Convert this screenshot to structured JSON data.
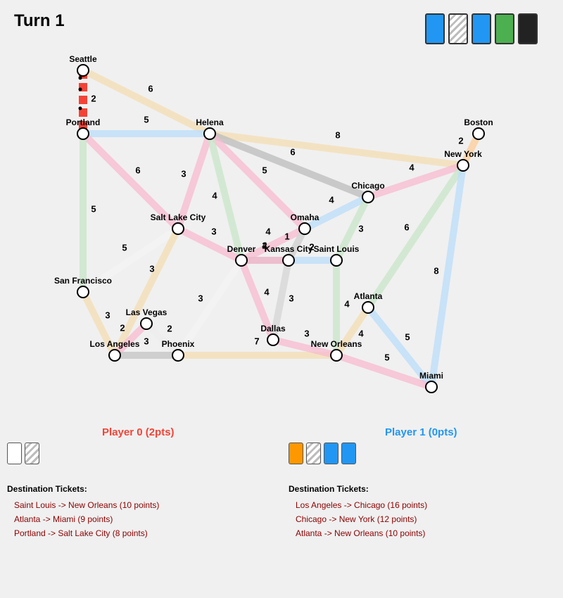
{
  "turn_label": "Turn 1",
  "deck_cards": [
    {
      "color": "#2196f3",
      "hatched": false,
      "name": "deck-card-blue"
    },
    {
      "color": "",
      "hatched": true,
      "name": "deck-card-locomotive"
    },
    {
      "color": "#2196f3",
      "hatched": false,
      "name": "deck-card-blue"
    },
    {
      "color": "#4caf50",
      "hatched": false,
      "name": "deck-card-green"
    },
    {
      "color": "#222222",
      "hatched": false,
      "name": "deck-card-black"
    }
  ],
  "cities": [
    {
      "name": "Seattle"
    },
    {
      "name": "Portland"
    },
    {
      "name": "Helena"
    },
    {
      "name": "Boston"
    },
    {
      "name": "New York"
    },
    {
      "name": "Chicago"
    },
    {
      "name": "Salt Lake City"
    },
    {
      "name": "Omaha"
    },
    {
      "name": "Denver"
    },
    {
      "name": "Kansas City"
    },
    {
      "name": "Saint Louis"
    },
    {
      "name": "San Francisco"
    },
    {
      "name": "Atlanta"
    },
    {
      "name": "Las Vegas"
    },
    {
      "name": "Dallas"
    },
    {
      "name": "Los Angeles"
    },
    {
      "name": "Phoenix"
    },
    {
      "name": "New Orleans"
    },
    {
      "name": "Miami"
    }
  ],
  "routes": [
    {
      "from": "Seattle",
      "to": "Helena",
      "length": "6",
      "color": "#f5deb3",
      "claimed_by": ""
    },
    {
      "from": "Seattle",
      "to": "Portland",
      "length": "2",
      "color": "#f44336",
      "claimed_by": "Player 0"
    },
    {
      "from": "Portland",
      "to": "Helena",
      "length": "5",
      "color": "#bbdefb",
      "claimed_by": ""
    },
    {
      "from": "Portland",
      "to": "Salt Lake City",
      "length": "6",
      "color": "#f8bbd0",
      "claimed_by": ""
    },
    {
      "from": "Portland",
      "to": "San Francisco",
      "length": "5",
      "color": "#c8e6c9",
      "claimed_by": ""
    },
    {
      "from": "Helena",
      "to": "New York",
      "length": "8",
      "color": "#f5deb3",
      "claimed_by": ""
    },
    {
      "from": "Helena",
      "to": "Chicago",
      "length": "6",
      "color": "#bdbdbd",
      "claimed_by": ""
    },
    {
      "from": "Helena",
      "to": "Omaha",
      "length": "5",
      "color": "#f8bbd0",
      "claimed_by": ""
    },
    {
      "from": "Helena",
      "to": "Salt Lake City",
      "length": "3",
      "color": "#f8bbd0",
      "claimed_by": ""
    },
    {
      "from": "Helena",
      "to": "Denver",
      "length": "4",
      "color": "#c8e6c9",
      "claimed_by": ""
    },
    {
      "from": "Boston",
      "to": "New York",
      "length": "2",
      "color": "#ffcc99",
      "claimed_by": ""
    },
    {
      "from": "Chicago",
      "to": "New York",
      "length": "4",
      "color": "#f8bbd0",
      "claimed_by": ""
    },
    {
      "from": "New York",
      "to": "Atlanta",
      "length": "6",
      "color": "#c8e6c9",
      "claimed_by": ""
    },
    {
      "from": "New York",
      "to": "Miami",
      "length": "8",
      "color": "#bbdefb",
      "claimed_by": ""
    },
    {
      "from": "Omaha",
      "to": "Chicago",
      "length": "4",
      "color": "#bbdefb",
      "claimed_by": ""
    },
    {
      "from": "Chicago",
      "to": "Saint Louis",
      "length": "3",
      "color": "#c8e6c9",
      "claimed_by": ""
    },
    {
      "from": "Salt Lake City",
      "to": "Denver",
      "length": "3",
      "color": "#f8bbd0",
      "claimed_by": ""
    },
    {
      "from": "Salt Lake City",
      "to": "San Francisco",
      "length": "5",
      "color": "#f5f5f5",
      "claimed_by": ""
    },
    {
      "from": "Salt Lake City",
      "to": "Los Angeles",
      "length": "3",
      "color": "#f5deb3",
      "claimed_by": ""
    },
    {
      "from": "Omaha",
      "to": "Denver",
      "length": "4",
      "color": "#f8bbd0",
      "claimed_by": ""
    },
    {
      "from": "Omaha",
      "to": "Kansas City",
      "length": "1",
      "color": "#d6d6d6",
      "claimed_by": ""
    },
    {
      "from": "Denver",
      "to": "Kansas City",
      "length": "4",
      "color": "#bdbdbd",
      "claimed_by": ""
    },
    {
      "from": "Denver",
      "to": "Phoenix",
      "length": "3",
      "color": "#f5f5f5",
      "claimed_by": ""
    },
    {
      "from": "Denver",
      "to": "Dallas",
      "length": "4",
      "color": "#f8bbd0",
      "claimed_by": ""
    },
    {
      "from": "Kansas City",
      "to": "Saint Louis",
      "length": "2",
      "color": "#bbdefb",
      "claimed_by": ""
    },
    {
      "from": "Kansas City",
      "to": "Dallas",
      "length": "3",
      "color": "#d6d6d6",
      "claimed_by": ""
    },
    {
      "from": "Saint Louis",
      "to": "New Orleans",
      "length": "4",
      "color": "#c8e6c9",
      "claimed_by": ""
    },
    {
      "from": "San Francisco",
      "to": "Los Angeles",
      "length": "3",
      "color": "#f5deb3",
      "claimed_by": ""
    },
    {
      "from": "Las Vegas",
      "to": "Los Angeles",
      "length": "2",
      "color": "#f8bbd0",
      "claimed_by": ""
    },
    {
      "from": "Las Vegas",
      "to": "Phoenix",
      "length": "2",
      "color": "#eeeeee",
      "claimed_by": ""
    },
    {
      "from": "Los Angeles",
      "to": "Phoenix",
      "length": "3",
      "color": "#c4c4c4",
      "claimed_by": ""
    },
    {
      "from": "Phoenix",
      "to": "New Orleans",
      "length": "7",
      "color": "#f5deb3",
      "claimed_by": ""
    },
    {
      "from": "Dallas",
      "to": "New Orleans",
      "length": "3",
      "color": "#f8bbd0",
      "claimed_by": ""
    },
    {
      "from": "Atlanta",
      "to": "New Orleans",
      "length": "4",
      "color": "#f5deb3",
      "claimed_by": ""
    },
    {
      "from": "Atlanta",
      "to": "Miami",
      "length": "5",
      "color": "#bbdefb",
      "claimed_by": ""
    },
    {
      "from": "New Orleans",
      "to": "Miami",
      "length": "5",
      "color": "#f8bbd0",
      "claimed_by": ""
    },
    {
      "from": "Denver",
      "to": "Kansas City",
      "length": "2",
      "color": "#f8bbd0",
      "claimed_by": ""
    },
    {
      "from": "Kansas City",
      "to": "Omaha",
      "length": "2",
      "color": "#d6d6d6",
      "claimed_by": ""
    }
  ],
  "players": [
    {
      "name": "Player 0 (2pts)",
      "color": "#f44336",
      "hand": [
        {
          "color": "#ffffff",
          "hatched": false,
          "name": "hand-card-white"
        },
        {
          "color": "",
          "hatched": true,
          "name": "hand-card-locomotive"
        }
      ],
      "tickets_header": "Destination Tickets:",
      "tickets": [
        "Saint Louis -> New Orleans (10 points)",
        "Atlanta -> Miami (9 points)",
        "Portland -> Salt Lake City (8 points)"
      ]
    },
    {
      "name": "Player 1 (0pts)",
      "color": "#2196f3",
      "hand": [
        {
          "color": "#ff9800",
          "hatched": false,
          "name": "hand-card-orange"
        },
        {
          "color": "",
          "hatched": true,
          "name": "hand-card-locomotive"
        },
        {
          "color": "#2196f3",
          "hatched": false,
          "name": "hand-card-blue"
        },
        {
          "color": "#2196f3",
          "hatched": false,
          "name": "hand-card-blue"
        }
      ],
      "tickets_header": "Destination Tickets:",
      "tickets": [
        "Los Angeles -> Chicago (16 points)",
        "Chicago -> New York (12 points)",
        "Atlanta -> New Orleans (10 points)"
      ]
    }
  ]
}
